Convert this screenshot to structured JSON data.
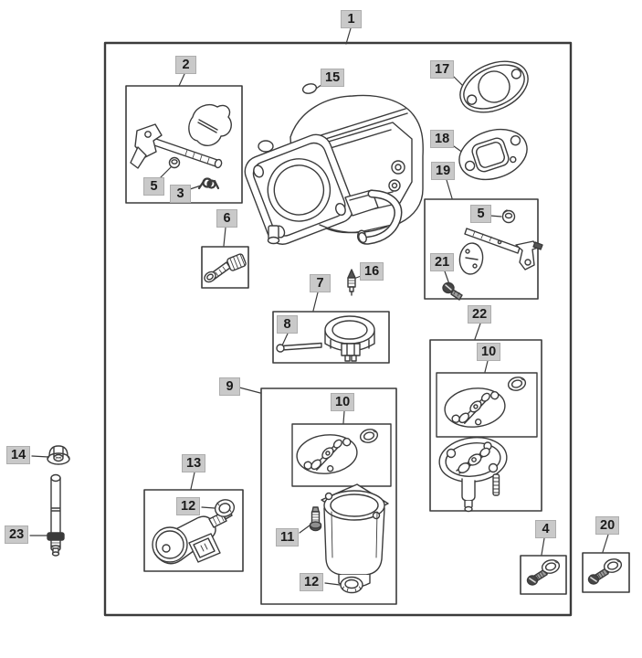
{
  "colors": {
    "background": "#ffffff",
    "line": "#3b3b3b",
    "label_bg": "#c9c9c9",
    "label_text": "#1b1b1b"
  },
  "callouts": {
    "c1": {
      "text": "1"
    },
    "c2": {
      "text": "2"
    },
    "c3": {
      "text": "3"
    },
    "c4": {
      "text": "4"
    },
    "c5a": {
      "text": "5"
    },
    "c5b": {
      "text": "5"
    },
    "c6": {
      "text": "6"
    },
    "c7": {
      "text": "7"
    },
    "c8": {
      "text": "8"
    },
    "c9": {
      "text": "9"
    },
    "c10a": {
      "text": "10"
    },
    "c10b": {
      "text": "10"
    },
    "c11": {
      "text": "11"
    },
    "c12a": {
      "text": "12"
    },
    "c12b": {
      "text": "12"
    },
    "c13": {
      "text": "13"
    },
    "c14": {
      "text": "14"
    },
    "c15": {
      "text": "15"
    },
    "c16": {
      "text": "16"
    },
    "c17": {
      "text": "17"
    },
    "c18": {
      "text": "18"
    },
    "c19": {
      "text": "19"
    },
    "c20": {
      "text": "20"
    },
    "c21": {
      "text": "21"
    },
    "c22": {
      "text": "22"
    },
    "c23": {
      "text": "23"
    }
  }
}
